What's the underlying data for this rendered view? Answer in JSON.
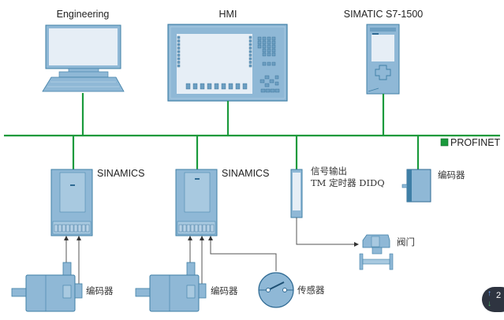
{
  "diagram": {
    "network": {
      "name": "PROFINET",
      "color": "#1a9a3c"
    },
    "devices_top": [
      {
        "id": "engineering",
        "label": "Engineering",
        "icon": "laptop-workstation-icon"
      },
      {
        "id": "hmi",
        "label": "HMI",
        "icon": "hmi-panel-icon"
      },
      {
        "id": "plc",
        "label": "SIMATIC S7-1500",
        "icon": "plc-cpu-icon"
      }
    ],
    "devices_bottom": [
      {
        "id": "drive1",
        "label": "SINAMICS",
        "icon": "drive-unit-icon"
      },
      {
        "id": "drive2",
        "label": "SINAMICS",
        "icon": "drive-unit-icon"
      },
      {
        "id": "tm_module",
        "label_line1": "信号输出",
        "label_line2": "TM 定时器 DIDQ",
        "icon": "io-module-icon"
      },
      {
        "id": "encoder_net",
        "label": "编码器",
        "icon": "encoder-icon"
      }
    ],
    "field_devices": [
      {
        "id": "motor1",
        "encoder_label": "编码器",
        "icon": "servo-motor-icon"
      },
      {
        "id": "motor2",
        "encoder_label": "编码器",
        "icon": "servo-motor-icon"
      },
      {
        "id": "sensor",
        "label": "传感器",
        "icon": "sensor-switch-icon"
      },
      {
        "id": "valve",
        "label": "阀门",
        "icon": "valve-icon"
      }
    ],
    "colors": {
      "device_fill": "#8fb8d6",
      "device_stroke": "#3f7fa6",
      "screen_fill": "#e6eef6",
      "network_line": "#1a9a3c",
      "signal_line": "#555555"
    }
  },
  "widget": {
    "count": "2",
    "up_icon": "arrow-up-icon",
    "down_icon": "arrow-down-icon"
  }
}
